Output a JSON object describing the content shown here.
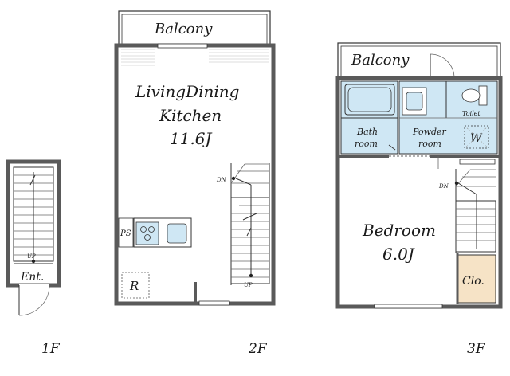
{
  "floors": {
    "f1": {
      "label": "1F",
      "up_label": "UP",
      "entrance_label": "Ent."
    },
    "f2": {
      "label": "2F",
      "balcony_label": "Balcony",
      "ldk_line1": "LivingDining",
      "ldk_line2": "Kitchen",
      "ldk_size": "11.6J",
      "dn_label": "DN",
      "up_label": "UP",
      "ps_label": "PS",
      "r_label": "R"
    },
    "f3": {
      "label": "3F",
      "balcony_label": "Balcony",
      "toilet_label": "Toilet",
      "bath_line1": "Bath",
      "bath_line2": "room",
      "powder_line1": "Powder",
      "powder_line2": "room",
      "w_label": "W",
      "dn_label": "DN",
      "bedroom_label": "Bedroom",
      "bedroom_size": "6.0J",
      "closet_label": "Clo."
    }
  },
  "colors": {
    "wet_area": "#cfe7f4",
    "closet": "#f6e3c6",
    "wall": "#5a5a5a"
  }
}
